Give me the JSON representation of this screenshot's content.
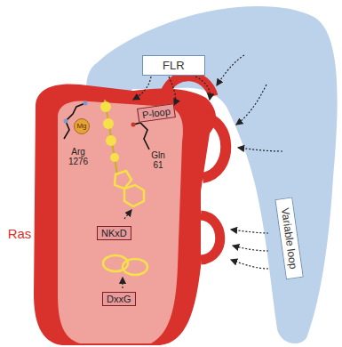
{
  "diagram": {
    "nodes": [
      {
        "text": [
          "FLR"
        ]
      },
      {
        "text": [
          "P-loop"
        ]
      },
      {
        "text": [
          "Mg"
        ]
      },
      {
        "text": [
          "NKxD"
        ]
      },
      {
        "text": [
          "DxxG"
        ]
      },
      {
        "text": [
          "Variable loop"
        ]
      }
    ],
    "labels": [
      "Arg 1276",
      "Gln 61",
      "Ras"
    ]
  }
}
